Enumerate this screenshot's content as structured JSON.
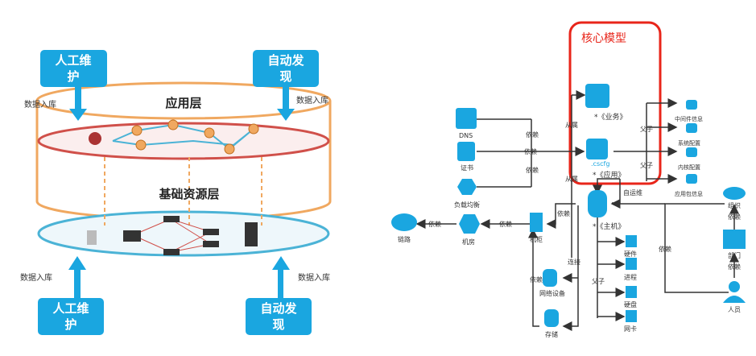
{
  "left": {
    "app_layer": "应用层",
    "base_layer": "基础资源层",
    "manual_box": [
      "人工维",
      "护"
    ],
    "auto_box": [
      "自动发",
      "现"
    ],
    "data_in": "数据入库"
  },
  "right": {
    "core_title": "核心模型",
    "nodes": {
      "business": "*《业务》",
      "application": "*《应用》",
      "cscfg": ".cscfg",
      "host": "*《主机》",
      "dns": "DNS",
      "cert": "证书",
      "lb": "负载均衡",
      "link": "链路",
      "room": "机房",
      "rack": "机柜",
      "netdev": "网络设备",
      "storage": "存储",
      "hardware": "硬件",
      "process": "进程",
      "disk": "硬盘",
      "nic": "网卡",
      "middleware": "中间件信息",
      "sysconf": "系统配置",
      "kernel": "内核配置",
      "pkg": "应用包信息",
      "org": "组织",
      "dept": "部门",
      "person": "人员"
    },
    "edges": {
      "depend": "依赖",
      "belong": "从属",
      "parent": "父子",
      "connect": "连接",
      "selfops": "自运维"
    }
  },
  "colors": {
    "orange": "#f0a860",
    "red": "#d0504a",
    "blue": "#4bb3d6",
    "accent": "#1aa6e0",
    "core": "#e8251a"
  }
}
